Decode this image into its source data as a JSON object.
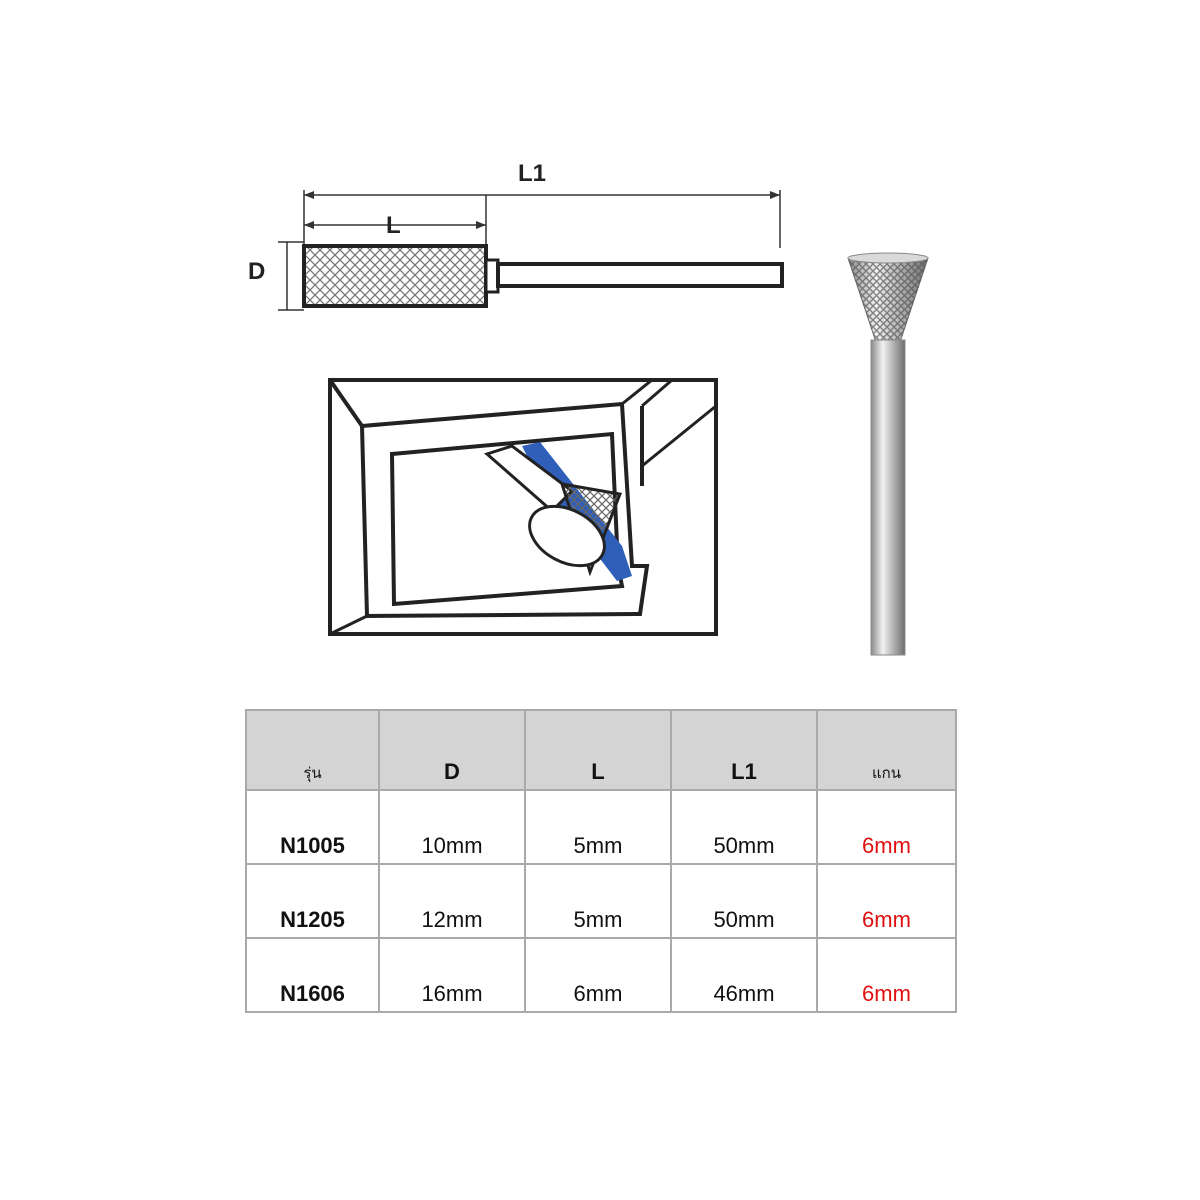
{
  "diagram": {
    "label_l1": "L1",
    "label_l": "L",
    "label_d": "D"
  },
  "table": {
    "headers": [
      "รุ่น",
      "D",
      "L",
      "L1",
      "แกน"
    ],
    "rows": [
      [
        "N1005",
        "10mm",
        "5mm",
        "50mm",
        "6mm"
      ],
      [
        "N1205",
        "12mm",
        "5mm",
        "50mm",
        "6mm"
      ],
      [
        "N1606",
        "16mm",
        "6mm",
        "46mm",
        "6mm"
      ]
    ]
  },
  "colors": {
    "shank_value": "#e01010",
    "header_bg": "#d4d4d4",
    "cut_highlight": "#2f5fb8"
  }
}
